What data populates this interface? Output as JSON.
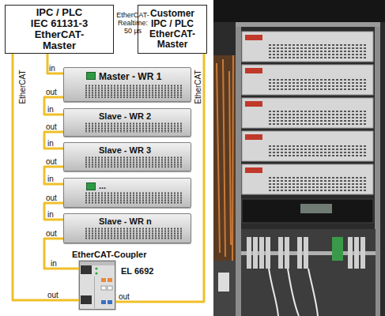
{
  "diagram": {
    "nodes": [
      {
        "text": [
          "IPC / PLC IEC 61131-3 EtherCAT-Master"
        ]
      },
      {
        "text": [
          "Customer IPC / PLC EtherCAT-Master"
        ]
      },
      {
        "text": [
          "Master - WR 1"
        ]
      },
      {
        "text": [
          "Slave - WR 2"
        ]
      },
      {
        "text": [
          "Slave - WR 3"
        ]
      },
      {
        "text": [
          "..."
        ]
      },
      {
        "text": [
          "Slave - WR n"
        ]
      },
      {
        "text": [
          "EtherCAT-Coupler",
          "EL 6692"
        ]
      }
    ],
    "edges": [
      {
        "from": 0,
        "to": 2,
        "arrow": "none"
      },
      {
        "from": 2,
        "to": 3,
        "arrow": "none"
      },
      {
        "from": 3,
        "to": 4,
        "arrow": "none"
      },
      {
        "from": 4,
        "to": 5,
        "arrow": "none"
      },
      {
        "from": 5,
        "to": 6,
        "arrow": "none"
      },
      {
        "from": 6,
        "to": 7,
        "arrow": "none"
      },
      {
        "from": 7,
        "to": 0,
        "arrow": "none"
      },
      {
        "from": 1,
        "to": 7,
        "arrow": "none"
      }
    ],
    "labels": [
      "EtherCAT-Realtime: 50 µs",
      "EtherCAT",
      "EtherCAT",
      "in",
      "out",
      "in",
      "out",
      "in",
      "out",
      "in",
      "out",
      "in",
      "out",
      "in",
      "out",
      "out"
    ]
  }
}
